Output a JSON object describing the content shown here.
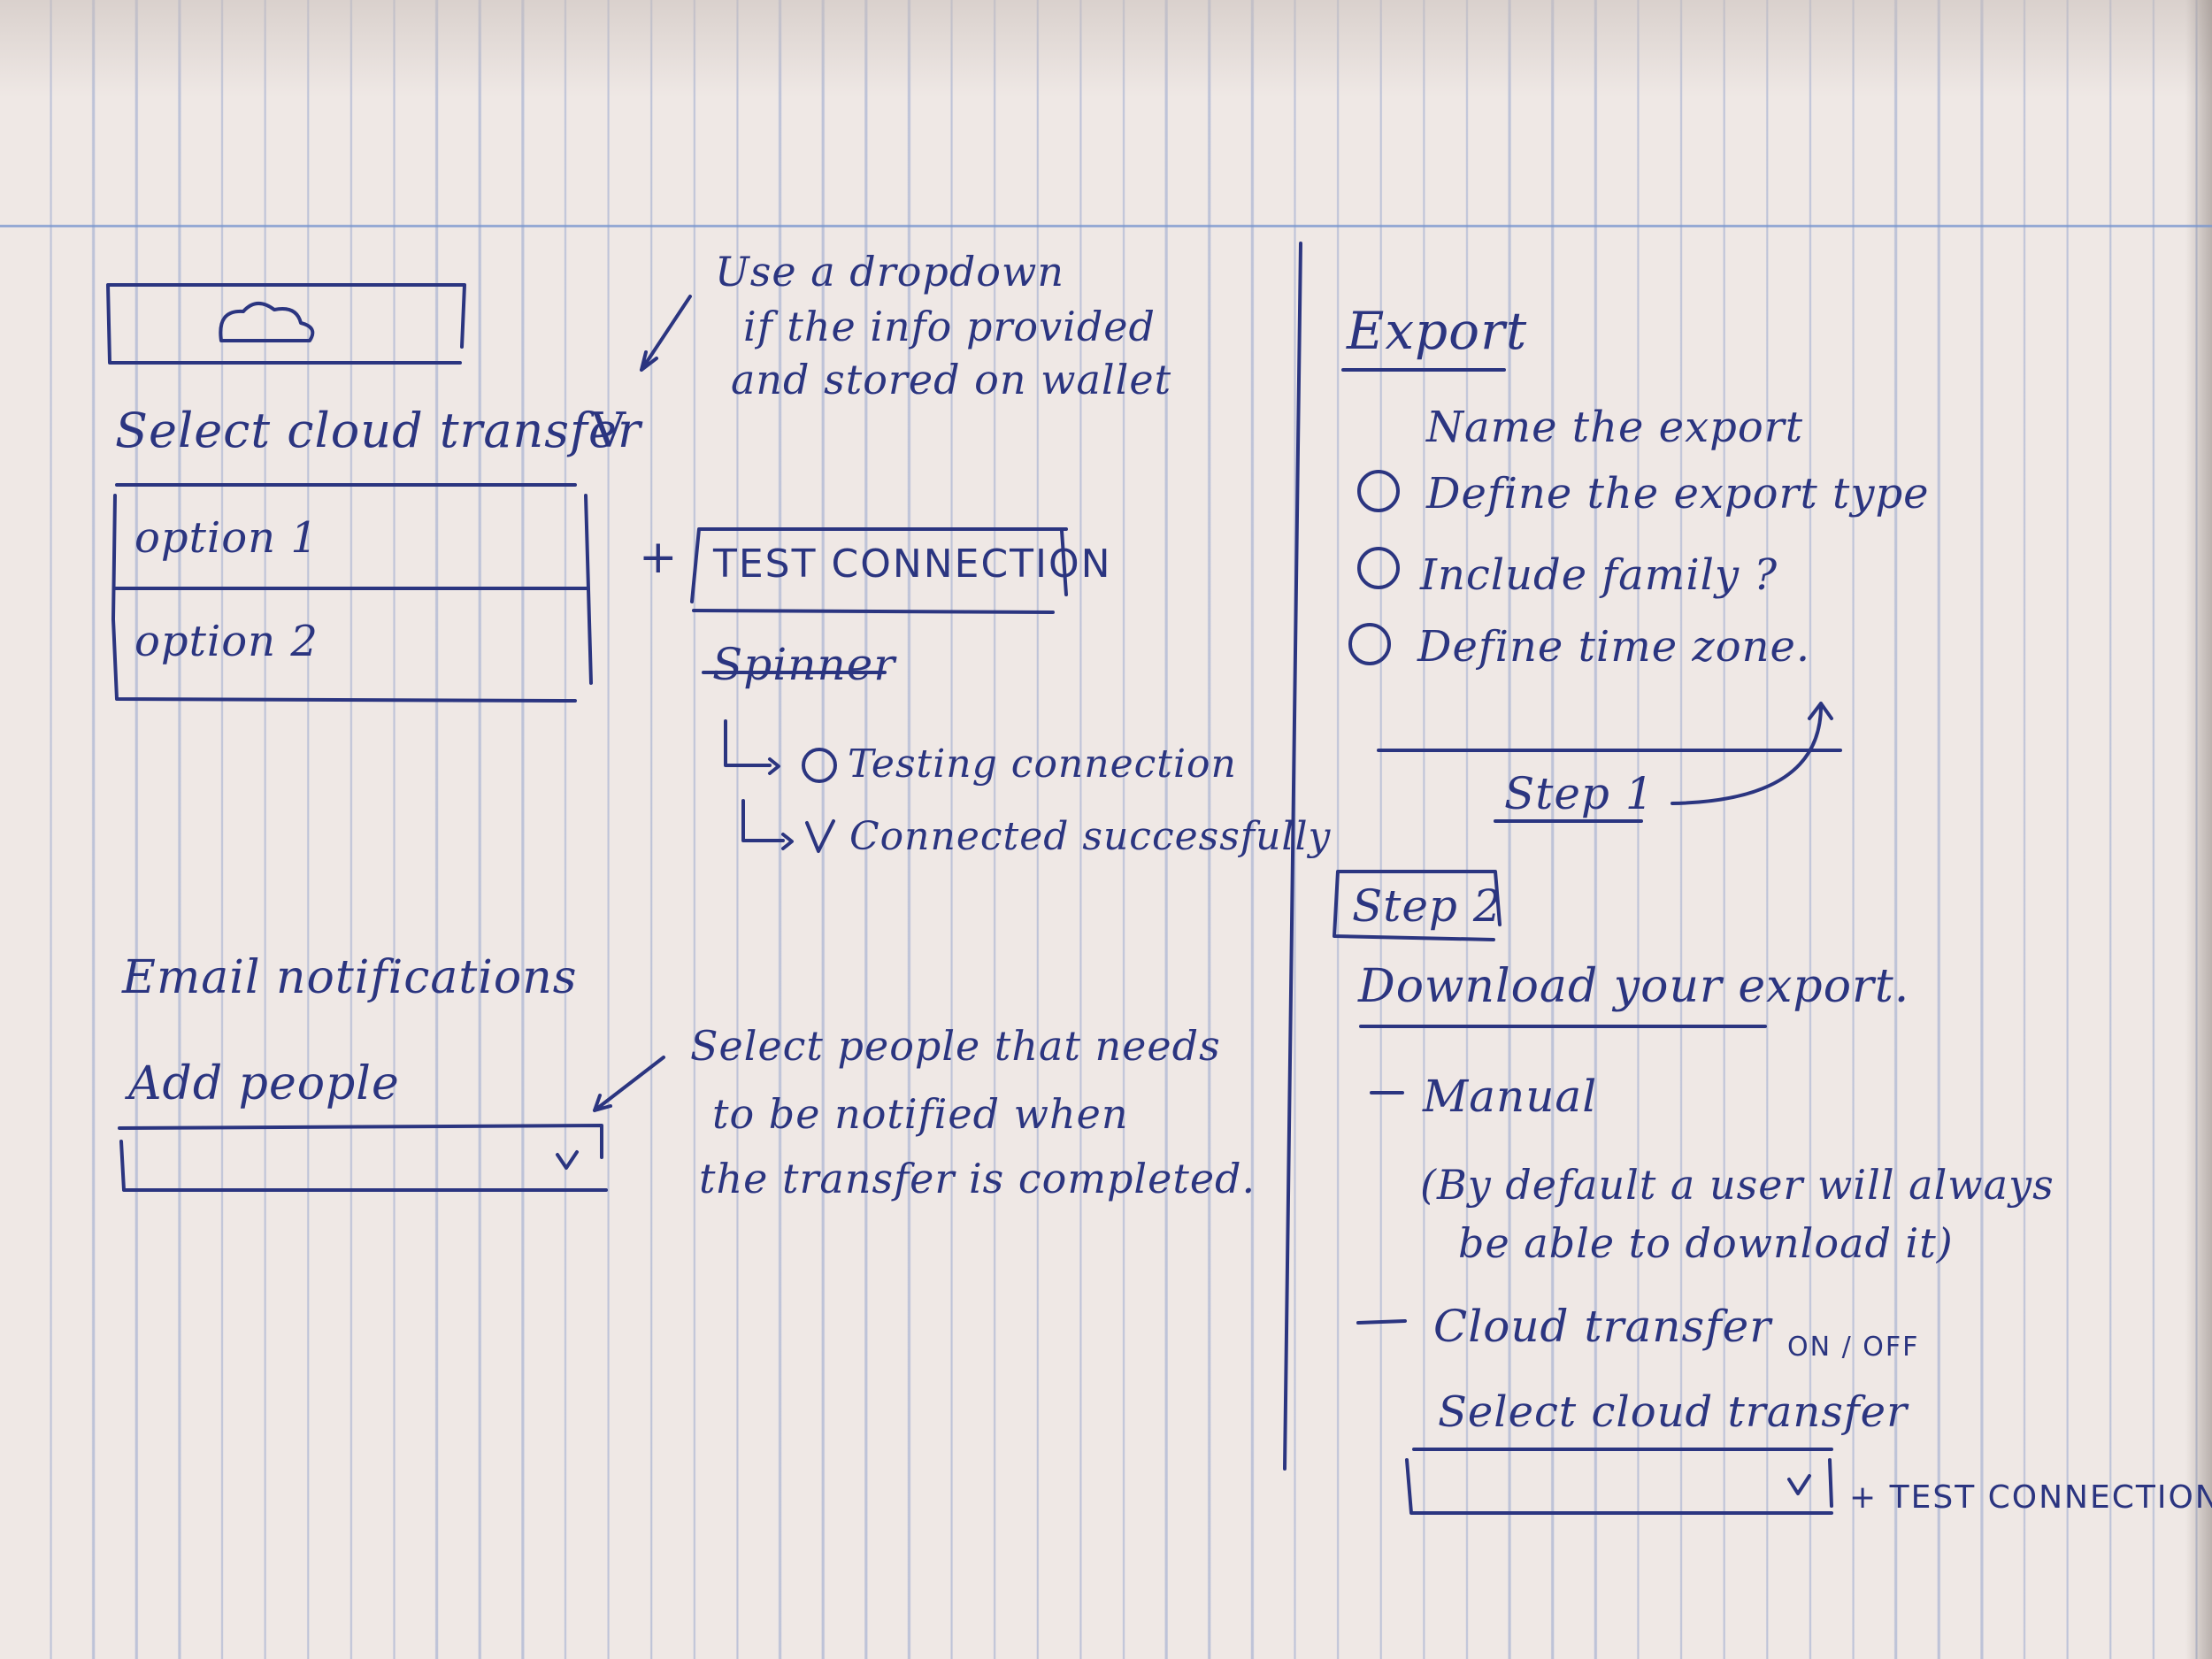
{
  "left": {
    "dropdown_note": [
      "Use a dropdown",
      "if the info provided",
      "and stored on wallet"
    ],
    "select_label": "Select cloud transfer",
    "select_chevron": "V",
    "options": [
      "option 1",
      "option 2"
    ],
    "plus": "+",
    "test_button": "TEST CONNECTION",
    "spinner_heading": "Spinner",
    "spinner_states": [
      "Testing connection",
      "Connected successfully"
    ],
    "email_heading": "Email notifications",
    "add_people_label": "Add people",
    "people_chevron": "v",
    "people_note": [
      "Select people that needs",
      "to be notified when",
      "the transfer is completed."
    ]
  },
  "right": {
    "export_heading": "Export",
    "steps": [
      "Name the export",
      "Define the export type",
      "Include family ?",
      "Define time zone."
    ],
    "step1_label": "Step 1",
    "step2_label": "Step 2",
    "download_heading": "Download your export.",
    "manual_label": "Manual",
    "manual_note": [
      "(By default a user will always",
      "be able to download it)"
    ],
    "cloud_label": "Cloud transfer",
    "toggle": "ON / OFF",
    "select_label": "Select cloud transfer",
    "select_chevron": "v",
    "plus_test": "+ TEST CONNECTION"
  },
  "icons": [
    "cloud-icon",
    "arrow-icon",
    "spinner-icon",
    "check-icon",
    "chevron-down-icon"
  ]
}
